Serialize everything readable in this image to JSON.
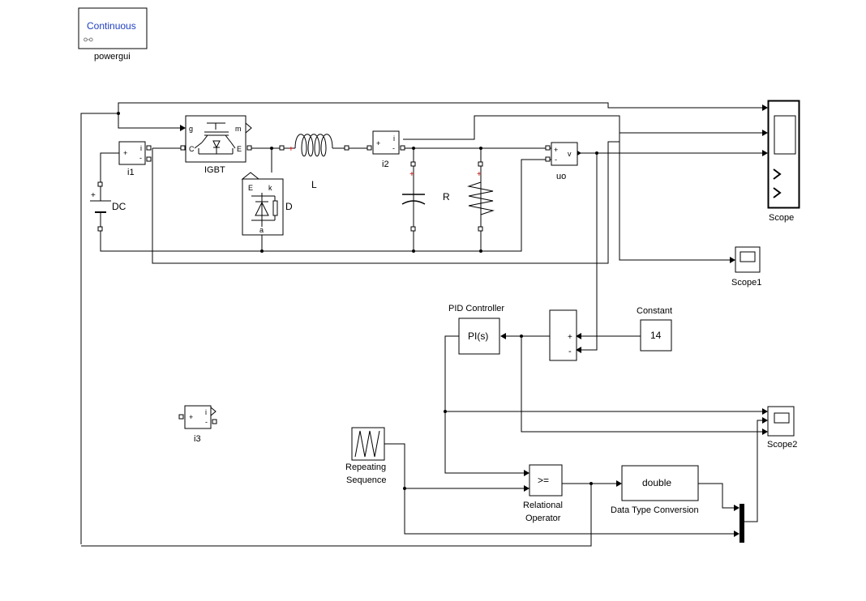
{
  "powergui": {
    "mode": "Continuous",
    "name": "powergui"
  },
  "blocks": {
    "dc": "DC",
    "i1": "i1",
    "igbt": "IGBT",
    "diode": "D",
    "inductor": "L",
    "i2": "i2",
    "resistor": "R",
    "uo": "uo",
    "scope": "Scope",
    "scope1": "Scope1",
    "scope2": "Scope2",
    "i3": "i3",
    "pid_title": "PID Controller",
    "pid_content": "PI(s)",
    "constant_title": "Constant",
    "constant_value": "14",
    "repeating_line1": "Repeating",
    "repeating_line2": "Sequence",
    "relational_line1": "Relational",
    "relational_line2": "Operator",
    "relational_content": ">=",
    "dtc_title": "Data Type Conversion",
    "dtc_content": "double"
  },
  "port_labels": {
    "plus": "+",
    "minus": "-",
    "i": "i",
    "v": "v",
    "g": "g",
    "m": "m",
    "c": "C",
    "e": "E",
    "k": "k",
    "a": "a"
  }
}
